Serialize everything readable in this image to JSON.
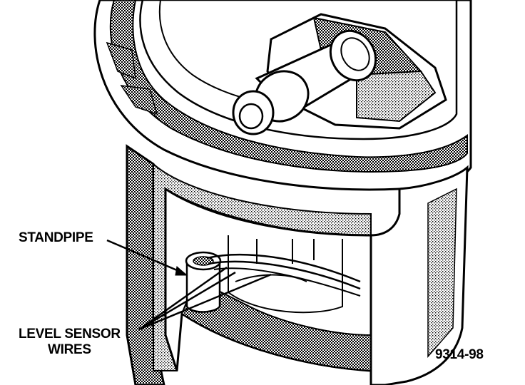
{
  "labels": {
    "standpipe": "STANDPIPE",
    "level_sensor_line1": "LEVEL SENSOR",
    "level_sensor_line2": "WIRES",
    "figure_number": "9314-98"
  },
  "colors": {
    "ink": "#000000",
    "paper": "#ffffff",
    "shade": "#8c8c8c"
  }
}
